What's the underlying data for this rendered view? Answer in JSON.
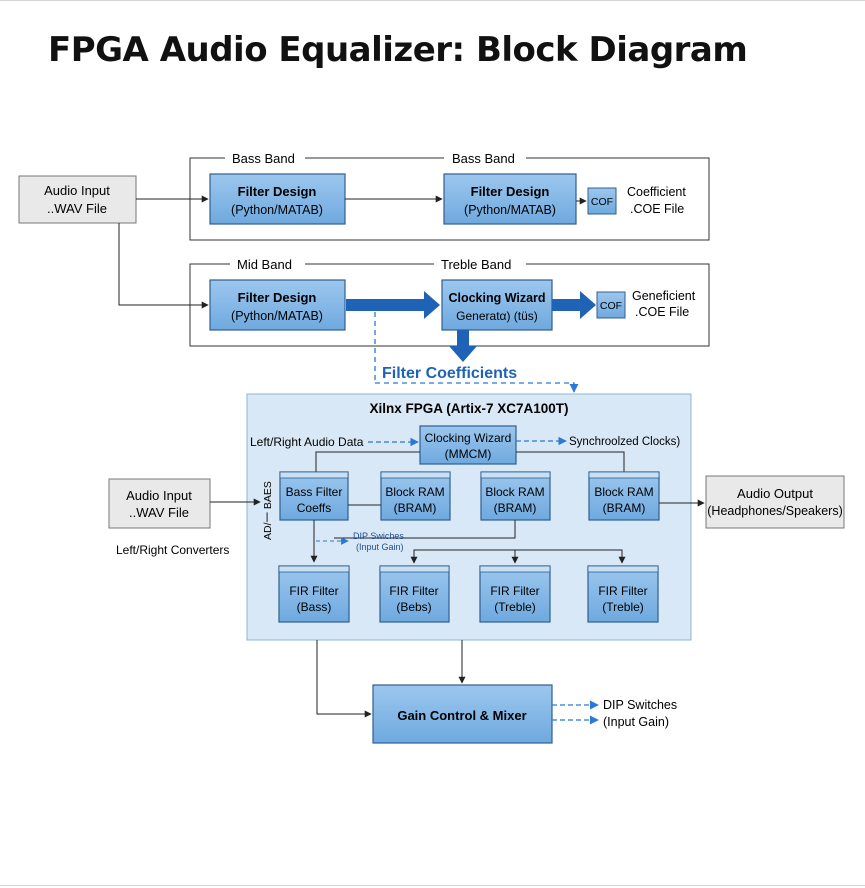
{
  "title": "FPGA Audio Equalizer: Block Diagram",
  "colors": {
    "block_fill": "#7fb5e6",
    "block_stroke": "#2f5f8f",
    "fpga_fill": "#d9e8f7",
    "arrow_blue": "#1e63b5",
    "dashed_blue": "#2a79d2",
    "gray_box": "#e9e9e9"
  },
  "audio_input_top": {
    "line1": "Audio Input",
    "line2": "..WAV File"
  },
  "row1": {
    "label_left": "Bass Band",
    "label_right": "Bass Band",
    "filter_left": {
      "line1": "Filter Design",
      "line2": "(Python/MATAB)"
    },
    "filter_right": {
      "line1": "Filter Design",
      "line2": "(Python/MATAB)"
    },
    "cof": "COF",
    "coef": {
      "line1": "Coefficient",
      "line2": ".COE File"
    }
  },
  "row2": {
    "label_left": "Mid Band",
    "label_right": "Treble Band",
    "filter_left": {
      "line1": "Filter Design",
      "line2": "(Python/MATAB)"
    },
    "clock": {
      "line1": "Clocking Wizard",
      "line2": "Generatα) (tüs)"
    },
    "cof": "COF",
    "coef": {
      "line1": "Geneficient",
      "line2": ".COE File"
    }
  },
  "filter_coefficients": "Filter Coefficients",
  "fpga": {
    "title": "Xilnx FPGA (Artix-7 XC7A100T)",
    "lr_audio": "Left/Right Audio Data",
    "clock": {
      "line1": "Clocking Wizard",
      "line2": "(MMCM)"
    },
    "sync": "Synchroolzed Clocks)",
    "side": "AD/一 BAES",
    "boxes": [
      {
        "line1": "Bass Filter",
        "line2": "Coeffs"
      },
      {
        "line1": "Block RAM",
        "line2": "(BRAM)"
      },
      {
        "line1": "Block RAM",
        "line2": "(BRAM)"
      },
      {
        "line1": "Block RAM",
        "line2": "(BRAM)"
      }
    ],
    "dip_small": {
      "line1": "DIP Swiches",
      "line2": "(Input Gain)"
    },
    "fir": [
      {
        "line1": "FIR Filter",
        "line2": "(Bass)"
      },
      {
        "line1": "FIR Filter",
        "line2": "(Bebs)"
      },
      {
        "line1": "FIR Filter",
        "line2": "(Treble)"
      },
      {
        "line1": "FIR Filter",
        "line2": "(Treble)"
      }
    ]
  },
  "audio_input_mid": {
    "line1": "Audio Input",
    "line2": "..WAV File"
  },
  "lr_converters": "Left/Right Converters",
  "audio_output": {
    "line1": "Audio Output",
    "line2": "(Headphones/Speakers)"
  },
  "gain": "Gain Control & Mixer",
  "dip_bottom": {
    "line1": "DIP Switches",
    "line2": "(Input Gain)"
  }
}
